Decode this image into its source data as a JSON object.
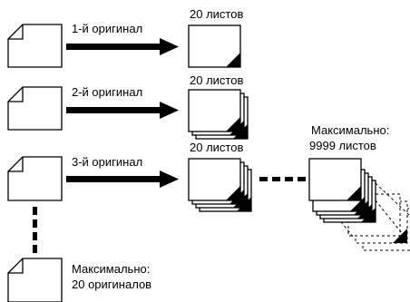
{
  "rows": [
    {
      "original_label": "1-й оригинал",
      "copies_label": "20 листов"
    },
    {
      "original_label": "2-й оригинал",
      "copies_label": "20 листов"
    },
    {
      "original_label": "3-й оригинал",
      "copies_label": "20 листов"
    }
  ],
  "max_sheets": {
    "line1": "Максимально:",
    "line2": "9999 листов"
  },
  "max_originals": {
    "line1": "Максимально:",
    "line2": "20 оригиналов"
  }
}
